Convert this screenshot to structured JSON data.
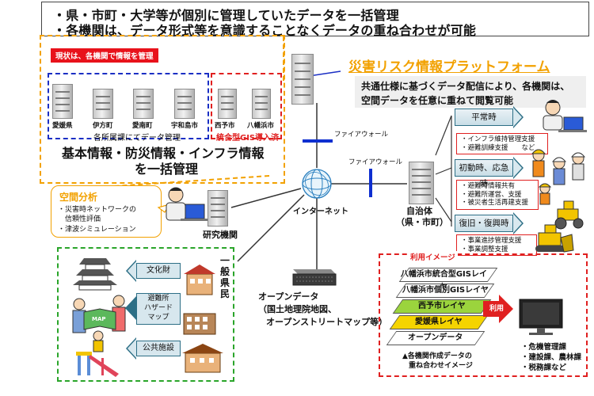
{
  "header": {
    "line1": "・県・市町・大学等が個別に管理していたデータを一括管理",
    "line2": "・各機関は、データ形式等を意識することなくデータの重ね合わせが可能"
  },
  "current": {
    "tag": "現状は、各機関で情報を管理",
    "buildings": [
      "愛媛県",
      "伊方町",
      "愛南町",
      "宇和島市"
    ],
    "buildings_caption": "各所属課にてデータ管理",
    "gis_buildings": [
      "西予市",
      "八幡浜市"
    ],
    "gis_caption": "統合型GIS導入済",
    "unify_line1": "基本情報・防災情報・インフラ情報",
    "unify_line2": "を一括管理"
  },
  "platform": {
    "title": "災害リスク情報プラットフォーム",
    "desc_line1": "共通仕様に基づくデータ配信により、各機関は、",
    "desc_line2": "空間データを任意に重ねて閲覧可能"
  },
  "network": {
    "firewall1": "ファイアウォール",
    "firewall2": "ファイアウォール",
    "internet": "インターネット",
    "municipality_line1": "自治体",
    "municipality_line2": "（県・市町）"
  },
  "phases": [
    {
      "label": "平常時",
      "items": [
        "・インフラ維持管理支援",
        "・避難訓練支援　　など"
      ]
    },
    {
      "label": "初動時、応急時",
      "items": [
        "・避難時情報共有",
        "・避難所運営、支援",
        "・被災者生活再建支援"
      ]
    },
    {
      "label": "復旧・復興時",
      "items": [
        "・事業進捗管理支援",
        "・事業調整支援"
      ]
    }
  ],
  "research": {
    "title": "空間分析",
    "items": [
      "・災害時ネットワークの",
      "　信頼性評価",
      "・津波シミュレーション"
    ],
    "label": "研究機関"
  },
  "citizens": {
    "label": "一般県民",
    "arrows": [
      "文化財",
      "避難所\nハザード\nマップ",
      "公共施設"
    ],
    "arrow_hazard_lines": [
      "避難所",
      "ハザード",
      "マップ"
    ],
    "map_book": "MAP"
  },
  "opendata": {
    "line1": "オープンデータ",
    "line2": "（国土地理院地図、",
    "line3": "オープンストリートマップ等）"
  },
  "usage": {
    "tag": "利用イメージ",
    "layers": [
      {
        "label": "八幡浜市統合型GISレイヤ",
        "color": "#ffffff"
      },
      {
        "label": "八幡浜市個別GISレイヤ",
        "color": "#ffffff"
      },
      {
        "label": "西予市レイヤ",
        "color": "#9bd43d"
      },
      {
        "label": "愛媛県レイヤ",
        "color": "#f5d400"
      },
      {
        "label": "オープンデータ",
        "color": "#ffffff"
      }
    ],
    "caption_line1": "▲各機関作成データの",
    "caption_line2": "重ね合わせイメージ",
    "use_label": "利用",
    "departments": [
      "・危機管理課",
      "・建設課、農林課",
      "・税務課など"
    ]
  },
  "colors": {
    "orange": "#f2a100",
    "blue": "#1b2fc4",
    "red": "#e02020",
    "green": "#2aa52a",
    "platform_title": "#f2a100",
    "firewall_bar": "#0e2fd0"
  }
}
